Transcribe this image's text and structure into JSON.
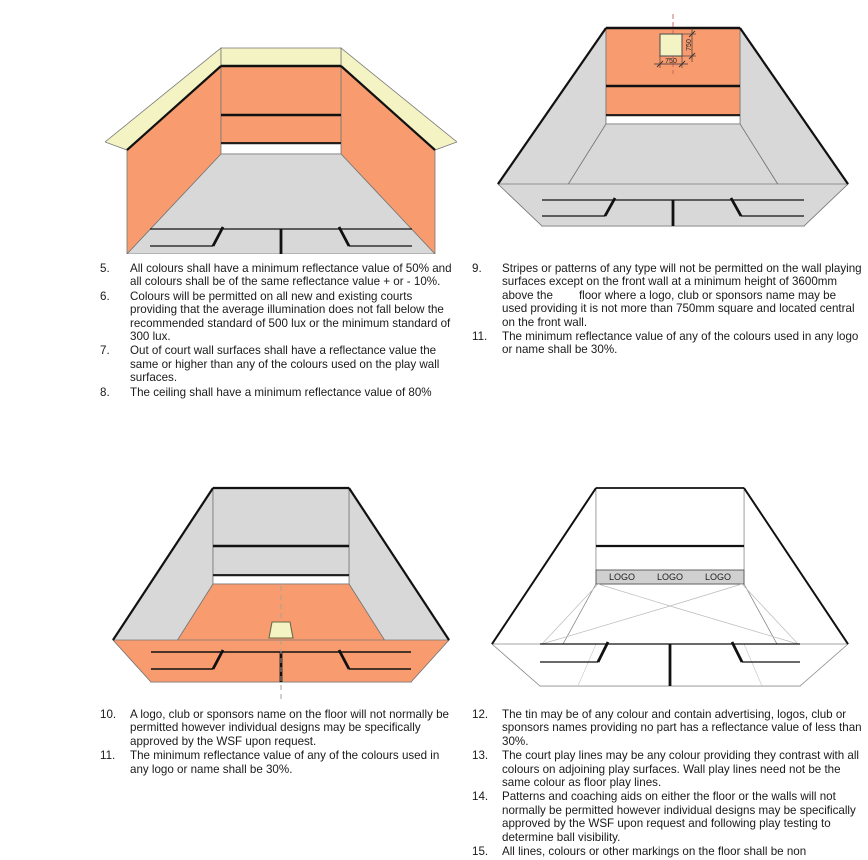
{
  "document": {
    "title": "WSF Squash Court Colour and Marking Specification",
    "palette": {
      "play_wall_orange": "#F89C70",
      "out_of_court_yellow": "#F4F3C4",
      "floor_grey": "#D8D8D8",
      "line_black": "#111111",
      "centre_line_red": "#C8635A",
      "tin_band_grey": "#D0D0D0"
    }
  },
  "figures": {
    "top_left": {
      "name": "court-coloured-walls",
      "caption_group": "rules_5_to_8",
      "front_wall": "orange",
      "side_walls": "orange",
      "out_of_court": "pale-yellow",
      "floor": "grey",
      "tin": "white"
    },
    "top_right": {
      "name": "court-front-wall-logo",
      "caption_group": "rules_9_and_11",
      "front_wall": "orange",
      "side_walls": "grey",
      "floor": "grey",
      "logo_square": {
        "fill": "pale-yellow",
        "dim_horizontal": "750",
        "dim_vertical": "750"
      }
    },
    "bottom_left": {
      "name": "court-floor-logo",
      "caption_group": "rules_10_and_11",
      "front_wall": "grey",
      "side_walls": "grey",
      "floor": "orange",
      "floor_logo_fill": "pale-yellow"
    },
    "bottom_right": {
      "name": "court-tin-advertising",
      "caption_group": "rules_12_to_15",
      "front_wall": "white",
      "side_walls": "white",
      "floor": "white",
      "tin_labels": [
        "LOGO",
        "LOGO",
        "LOGO"
      ]
    }
  },
  "rules": {
    "top_left": [
      {
        "num": "5.",
        "text": "All colours shall have a minimum reflectance value of 50% and all colours shall be of the same reflectance value + or - 10%."
      },
      {
        "num": "6.",
        "text": "Colours will be permitted on all new and existing courts providing that the average illumination does not fall below the recommended standard of 500 lux or the minimum standard of 300 lux."
      },
      {
        "num": "7.",
        "text": "Out of court wall surfaces shall have a reflectance value the same or higher than any of the colours used on the play wall surfaces."
      },
      {
        "num": "8.",
        "text": "The ceiling shall have a minimum reflectance value of 80%"
      }
    ],
    "top_right": [
      {
        "num": "9.",
        "text_part1": "Stripes or patterns of any type will not be permitted on the wall playing surfaces except on the front wall at a minimum height of 3600mm above the",
        "text_part2": "floor where a logo, club or sponsors name may be used providing it is not more than 750mm square and located central on the front wall."
      },
      {
        "num": "11.",
        "text": "The minimum reflectance value of any of the colours used in any logo or name shall be 30%."
      }
    ],
    "bottom_left": [
      {
        "num": "10.",
        "text": "A logo, club or sponsors name on the floor will not normally be permitted however individual designs may be specifically approved by the WSF upon request."
      },
      {
        "num": "11.",
        "text": "The minimum reflectance value of any of the colours used in any logo or name shall be 30%."
      }
    ],
    "bottom_right": [
      {
        "num": "12.",
        "text": "The tin may be of any colour and contain advertising, logos, club or sponsors names providing no part has a reflectance value of less than 30%."
      },
      {
        "num": "13.",
        "text": "The court play lines may be any colour providing they contrast with all colours on adjoining play surfaces. Wall play lines need not be the same colour as floor play lines."
      },
      {
        "num": "14.",
        "text": "Patterns and coaching aids on either the floor or the walls will not normally be permitted however individual designs may be specifically approved by the WSF upon request and following play testing to determine ball visibility."
      },
      {
        "num": "15.",
        "text": "All lines, colours or other markings on the floor shall be non"
      }
    ]
  }
}
